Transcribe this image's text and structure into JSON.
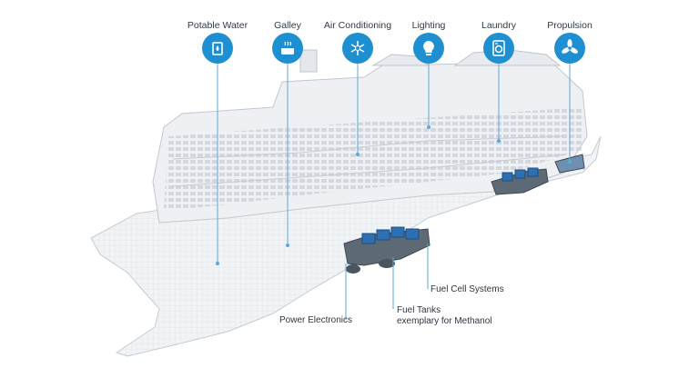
{
  "systems": [
    {
      "label": "Potable Water",
      "icon": "water-glass-icon"
    },
    {
      "label": "Galley",
      "icon": "cooking-pot-icon"
    },
    {
      "label": "Air Conditioning",
      "icon": "snowflake-sun-icon"
    },
    {
      "label": "Lighting",
      "icon": "light-bulb-icon"
    },
    {
      "label": "Laundry",
      "icon": "washing-machine-icon"
    },
    {
      "label": "Propulsion",
      "icon": "propeller-icon"
    }
  ],
  "components": {
    "fuel_cell_systems": "Fuel Cell Systems",
    "power_electronics": "Power Electronics",
    "fuel_tanks_line1": "Fuel Tanks",
    "fuel_tanks_line2": "exemplary for Methanol"
  },
  "colors": {
    "accent": "#1e8fd0",
    "line": "#5aa9d9",
    "hull": "#f2f4f6",
    "hull_stroke": "#c9ced4",
    "module": "#2d6fb3",
    "module_dark": "#33404d"
  }
}
